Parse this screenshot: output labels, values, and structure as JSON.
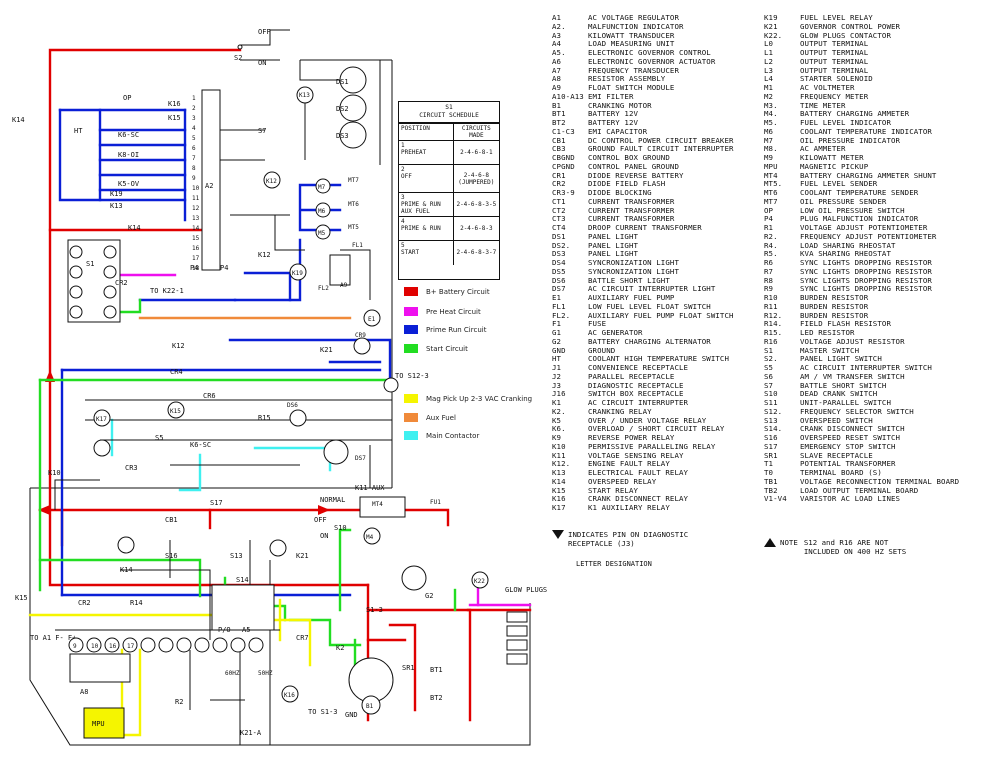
{
  "schedule": {
    "title_line1": "S1",
    "title_line2": "CIRCUIT SCHEDULE",
    "col_position": "POSITION",
    "col_circuits": "CIRCUITS MADE",
    "rows": [
      {
        "position_num": "1",
        "position_name": "PREHEAT",
        "circuits": "2-4-6-8-1",
        "note": ""
      },
      {
        "position_num": "2",
        "position_name": "OFF",
        "circuits": "2-4-6-8",
        "note": "(JUMPERED)"
      },
      {
        "position_num": "3",
        "position_name": "PRIME & RUN AUX FUEL",
        "circuits": "2-4-6-8-3-5",
        "note": ""
      },
      {
        "position_num": "4",
        "position_name": "PRIME & RUN",
        "circuits": "2-4-6-8-3",
        "note": ""
      },
      {
        "position_num": "5",
        "position_name": "START",
        "circuits": "2-4-6-8-3-7",
        "note": ""
      }
    ]
  },
  "color_key": [
    {
      "label": "B+ Battery Circuit",
      "color": "#e00000"
    },
    {
      "label": "Pre Heat Circuit",
      "color": "#ee10ee"
    },
    {
      "label": "Prime Run Circuit",
      "color": "#0a1fd6"
    },
    {
      "label": "Start Circuit",
      "color": "#22dd22"
    },
    {
      "label": "Mag Pick Up 2-3 VAC Cranking",
      "color": "#f5f500"
    },
    {
      "label": "Aux Fuel",
      "color": "#f08a3a"
    },
    {
      "label": "Main Contactor",
      "color": "#3ff0f0"
    }
  ],
  "components_left": [
    {
      "code": "A1",
      "desc": "AC VOLTAGE REGULATOR"
    },
    {
      "code": "A2.",
      "desc": "MALFUNCTION INDICATOR"
    },
    {
      "code": "A3",
      "desc": "KILOWATT TRANSDUCER"
    },
    {
      "code": "A4",
      "desc": "LOAD MEASURING UNIT"
    },
    {
      "code": "A5.",
      "desc": "ELECTRONIC GOVERNOR CONTROL"
    },
    {
      "code": "A6",
      "desc": "ELECTRONIC GOVERNOR ACTUATOR"
    },
    {
      "code": "A7",
      "desc": "FREQUENCY TRANSDUCER"
    },
    {
      "code": "A8",
      "desc": "RESISTOR ASSEMBLY"
    },
    {
      "code": "A9",
      "desc": "FLOAT SWITCH MODULE"
    },
    {
      "code": "A10-A13",
      "desc": "EMI FILTER"
    },
    {
      "code": "B1",
      "desc": "CRANKING MOTOR"
    },
    {
      "code": "BT1",
      "desc": "BATTERY 12V"
    },
    {
      "code": "BT2",
      "desc": "BATTERY 12V"
    },
    {
      "code": "C1-C3",
      "desc": "EMI CAPACITOR"
    },
    {
      "code": "CB1",
      "desc": "DC CONTROL POWER CIRCUIT BREAKER"
    },
    {
      "code": "CB3",
      "desc": "GROUND FAULT CIRCUIT INTERRUPTER"
    },
    {
      "code": "CBGND",
      "desc": "CONTROL BOX GROUND"
    },
    {
      "code": "CPGND",
      "desc": "CONTROL PANEL GROUND"
    },
    {
      "code": "CR1",
      "desc": "DIODE REVERSE BATTERY"
    },
    {
      "code": "CR2",
      "desc": "DIODE FIELD FLASH"
    },
    {
      "code": "CR3-9",
      "desc": "DIODE BLOCKING"
    },
    {
      "code": "CT1",
      "desc": "CURRENT TRANSFORMER"
    },
    {
      "code": "CT2",
      "desc": "CURRENT TRANSFORMER"
    },
    {
      "code": "CT3",
      "desc": "CURRENT TRANSFORMER"
    },
    {
      "code": "CT4",
      "desc": "DROOP CURRENT TRANSFORMER"
    },
    {
      "code": "DS1",
      "desc": "PANEL LIGHT"
    },
    {
      "code": "DS2.",
      "desc": "PANEL LIGHT"
    },
    {
      "code": "DS3",
      "desc": "PANEL LIGHT"
    },
    {
      "code": "DS4",
      "desc": "SYNCRONIZATION LIGHT"
    },
    {
      "code": "DS5",
      "desc": "SYNCRONIZATION LIGHT"
    },
    {
      "code": "DS6",
      "desc": "BATTLE SHORT LIGHT"
    },
    {
      "code": "DS7",
      "desc": "AC CIRCUIT INTERRUPTER LIGHT"
    },
    {
      "code": "E1",
      "desc": "AUXILIARY FUEL PUMP"
    },
    {
      "code": "FL1",
      "desc": "LOW FUEL LEVEL FLOAT SWITCH"
    },
    {
      "code": "FL2.",
      "desc": "AUXILIARY FUEL PUMP FLOAT SWITCH"
    },
    {
      "code": "F1",
      "desc": "FUSE"
    },
    {
      "code": "G1",
      "desc": "AC GENERATOR"
    },
    {
      "code": "G2",
      "desc": "BATTERY CHARGING ALTERNATOR"
    },
    {
      "code": "GND",
      "desc": "GROUND"
    },
    {
      "code": "HT",
      "desc": "COOLANT HIGH TEMPERATURE SWITCH"
    },
    {
      "code": "J1",
      "desc": "CONVENIENCE RECEPTACLE"
    },
    {
      "code": "J2",
      "desc": "PARALLEL RECEPTACLE"
    },
    {
      "code": "J3",
      "desc": "DIAGNOSTIC RECEPTACLE"
    },
    {
      "code": "J16",
      "desc": "SWITCH BOX RECEPTACLE"
    },
    {
      "code": "K1",
      "desc": "AC CIRCUIT INTERRUPTER"
    },
    {
      "code": "K2.",
      "desc": "CRANKING RELAY"
    },
    {
      "code": "K5",
      "desc": "OVER / UNDER VOLTAGE RELAY"
    },
    {
      "code": "K6.",
      "desc": "OVERLOAD / SHORT CIRCUIT RELAY"
    },
    {
      "code": "K9",
      "desc": "REVERSE POWER RELAY"
    },
    {
      "code": "K10",
      "desc": "PERMISSIVE PARALLELING RELAY"
    },
    {
      "code": "K11",
      "desc": "VOLTAGE SENSING RELAY"
    },
    {
      "code": "K12.",
      "desc": "ENGINE FAULT RELAY"
    },
    {
      "code": "K13",
      "desc": "ELECTRICAL FAULT RELAY"
    },
    {
      "code": "K14",
      "desc": "OVERSPEED RELAY"
    },
    {
      "code": "K15",
      "desc": "START RELAY"
    },
    {
      "code": "K16",
      "desc": "CRANK DISCONNECT RELAY"
    },
    {
      "code": "K17",
      "desc": "K1 AUXILIARY RELAY"
    }
  ],
  "components_right": [
    {
      "code": "K19",
      "desc": "FUEL LEVEL RELAY"
    },
    {
      "code": "K21",
      "desc": "GOVERNOR CONTROL POWER"
    },
    {
      "code": "K22.",
      "desc": "GLOW PLUGS CONTACTOR"
    },
    {
      "code": "L0",
      "desc": "OUTPUT TERMINAL"
    },
    {
      "code": "L1",
      "desc": "OUTPUT TERMINAL"
    },
    {
      "code": "L2",
      "desc": "OUTPUT TERMINAL"
    },
    {
      "code": "L3",
      "desc": "OUTPUT TERMINAL"
    },
    {
      "code": "L4",
      "desc": "STARTER SOLENOID"
    },
    {
      "code": "M1",
      "desc": "AC VOLTMETER"
    },
    {
      "code": "M2",
      "desc": "FREQUENCY METER"
    },
    {
      "code": "M3.",
      "desc": "TIME METER"
    },
    {
      "code": "M4.",
      "desc": "BATTERY CHARGING AMMETER"
    },
    {
      "code": "M5.",
      "desc": "FUEL LEVEL INDICATOR"
    },
    {
      "code": "M6",
      "desc": "COOLANT TEMPERATURE INDICATOR"
    },
    {
      "code": "M7",
      "desc": "OIL PRESSURE INDICATOR"
    },
    {
      "code": "M8.",
      "desc": "AC AMMETER"
    },
    {
      "code": "M9",
      "desc": "KILOWATT METER"
    },
    {
      "code": "MPU",
      "desc": "MAGNETIC PICKUP"
    },
    {
      "code": "MT4",
      "desc": "BATTERY CHARGING AMMETER SHUNT"
    },
    {
      "code": "MT5.",
      "desc": "FUEL LEVEL SENDER"
    },
    {
      "code": "MT6",
      "desc": "COOLANT TEMPERATURE SENDER"
    },
    {
      "code": "MT7",
      "desc": "OIL PRESSURE SENDER"
    },
    {
      "code": "OP",
      "desc": "LOW OIL PRESSURE SWITCH"
    },
    {
      "code": "P4",
      "desc": "PLUG MALFUNCTION INDICATOR"
    },
    {
      "code": "R1",
      "desc": "VOLTAGE ADJUST POTENTIOMETER"
    },
    {
      "code": "R2.",
      "desc": "FREQUENCY ADJUST POTENTIOMETER"
    },
    {
      "code": "R4.",
      "desc": "LOAD SHARING RHEOSTAT"
    },
    {
      "code": "R5.",
      "desc": "KVA SHARING RHEOSTAT"
    },
    {
      "code": "R6",
      "desc": "SYNC LIGHTS DROPPING RESISTOR"
    },
    {
      "code": "R7",
      "desc": "SYNC LIGHTS DROPPING RESISTOR"
    },
    {
      "code": "R8",
      "desc": "SYNC LIGHTS DROPPING RESISTOR"
    },
    {
      "code": "R9",
      "desc": "SYNC LIGHTS DROPPING RESISTOR"
    },
    {
      "code": "R10",
      "desc": "BURDEN RESISTOR"
    },
    {
      "code": "R11",
      "desc": "BURDEN RESISTOR"
    },
    {
      "code": "R12.",
      "desc": "BURDEN RESISTOR"
    },
    {
      "code": "R14.",
      "desc": "FIELD FLASH RESISTOR"
    },
    {
      "code": "R15.",
      "desc": "LED RESISTOR"
    },
    {
      "code": "R16",
      "desc": "VOLTAGE ADJUST RESISTOR"
    },
    {
      "code": "S1",
      "desc": "MASTER SWITCH"
    },
    {
      "code": "S2.",
      "desc": "PANEL LIGHT SWITCH"
    },
    {
      "code": "S5",
      "desc": "AC CIRCUIT INTERRUPTER SWITCH"
    },
    {
      "code": "S6",
      "desc": "AM / VM TRANSFER SWITCH"
    },
    {
      "code": "S7",
      "desc": "BATTLE SHORT SWITCH"
    },
    {
      "code": "S10",
      "desc": "DEAD CRANK SWITCH"
    },
    {
      "code": "S11",
      "desc": "UNIT-PARALLEL SWITCH"
    },
    {
      "code": "S12.",
      "desc": "FREQUENCY SELECTOR SWITCH"
    },
    {
      "code": "S13",
      "desc": "OVERSPEED SWITCH"
    },
    {
      "code": "S14.",
      "desc": "CRANK DISCONNECT SWITCH"
    },
    {
      "code": "S16",
      "desc": "OVERSPEED RESET SWITCH"
    },
    {
      "code": "S17",
      "desc": "EMERGENCY STOP SWITCH"
    },
    {
      "code": "SR1",
      "desc": "SLAVE RECEPTACLE"
    },
    {
      "code": "T1",
      "desc": "POTENTIAL TRANSFORMER"
    },
    {
      "code": "T0",
      "desc": "TERMINAL BOARD (S)"
    },
    {
      "code": "TB1",
      "desc": "VOLTAGE RECONNECTION TERMINAL BOARD"
    },
    {
      "code": "TB2",
      "desc": "LOAD OUTPUT TERMINAL BOARD"
    },
    {
      "code": "V1-V4",
      "desc": "VARISTOR AC LOAD LINES"
    }
  ],
  "notes": {
    "diag_line1": "INDICATES PIN ON DIAGNOSTIC",
    "diag_line2": "RECEPTACLE (J3)",
    "letter_designation": "LETTER DESIGNATION",
    "note_label": "NOTE",
    "note_line1": "S12 and R16 ARE NOT",
    "note_line2": "INCLUDED ON 400 HZ SETS"
  },
  "schematic_labels": {
    "s2": "S2",
    "off": "OFF",
    "on": "ON",
    "op": "OP",
    "ht": "HT",
    "k14": "K14",
    "k16": "K16",
    "k15": "K15",
    "k6sc": "K6-SC",
    "k8oi": "K8-OI",
    "k5ov": "K5-OV",
    "k19": "K19",
    "k13": "K13",
    "k12": "K12",
    "k22": "K22",
    "k17": "K17",
    "k21": "K21",
    "k10": "K10",
    "a2": "A2",
    "p4": "P4",
    "s1": "S1",
    "s7": "S7",
    "s5": "S5",
    "s17": "S17",
    "s13": "S13",
    "s16": "S16",
    "s14": "S14",
    "s10": "S10",
    "ds1": "DS1",
    "ds2": "DS2",
    "ds3": "DS3",
    "ds6": "DS6",
    "ds7": "DS7",
    "m7": "M7",
    "m6": "M6",
    "m5": "M5",
    "mt7": "MT7",
    "mt6": "MT6",
    "mt5": "MT5",
    "mt4": "MT4",
    "fl1": "FL1",
    "fl2": "FL2",
    "a9": "A9",
    "e1": "E1",
    "cr2": "CR2",
    "cr4": "CR4",
    "cr3": "CR3",
    "cr6": "CR6",
    "cr7": "CR7",
    "cr9": "CR9",
    "r14": "R14",
    "r15": "R15",
    "to_k22": "TO K22-1",
    "to_s12": "TO S12-3",
    "to_s1": "TO S1-3",
    "to_a1": "TO A1 F- F+",
    "k11_aux": "K11-AUX",
    "normal": "NORMAL",
    "fu1": "FU1",
    "cb1": "CB1",
    "glow_plugs": "GLOW PLUGS",
    "bt1": "BT1",
    "bt2": "BT2",
    "sr1": "SR1",
    "b1": "B1",
    "g2": "G2",
    "m4": "M4",
    "a8": "A8",
    "mpu": "MPU",
    "a5": "A5",
    "p_o": "P/O",
    "hz50": "50HZ",
    "hz60": "60HZ",
    "k21a": "K21-A",
    "r2": "R2",
    "s1_3": "S1-3",
    "k2": "K2",
    "k16b": "K16",
    "gnd": "GND",
    "a2_pins": [
      "1",
      "2",
      "3",
      "4",
      "5",
      "6",
      "7",
      "8",
      "9",
      "10",
      "11",
      "12",
      "13",
      "14",
      "15",
      "16",
      "17",
      "18"
    ],
    "tb_pins": [
      "9",
      "10",
      "16",
      "17"
    ]
  }
}
